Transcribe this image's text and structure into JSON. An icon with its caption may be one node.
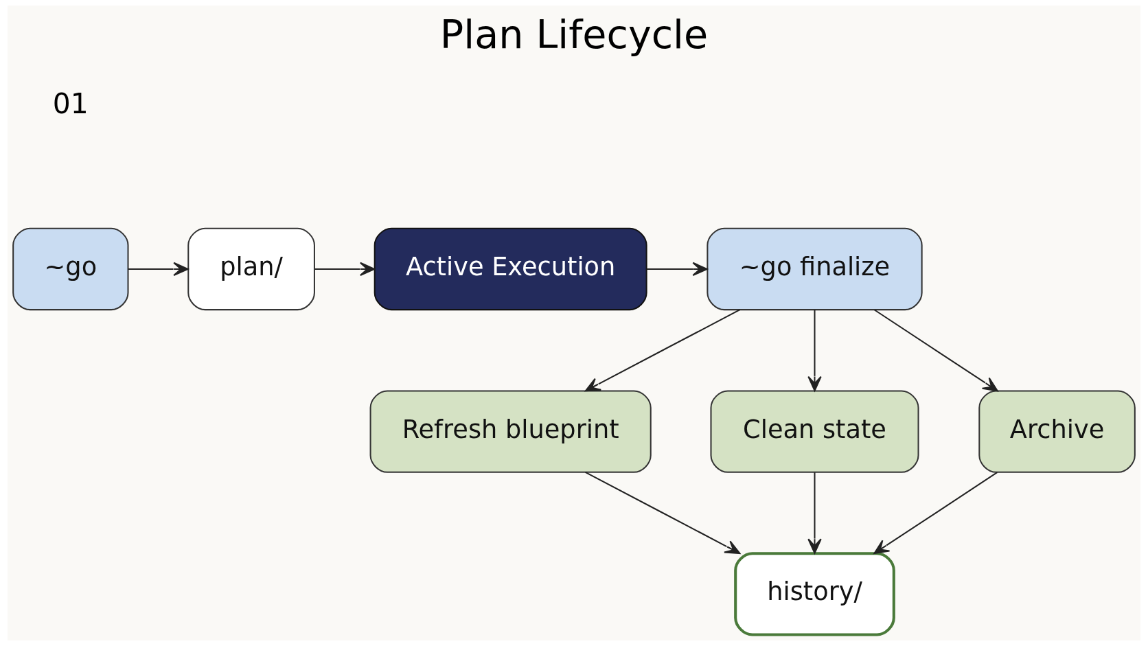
{
  "diagram": {
    "title": "Plan Lifecycle",
    "nodes": [
      {
        "text": [
          "~go"
        ]
      },
      {
        "text": [
          "plan/"
        ]
      },
      {
        "text": [
          "Active Execution"
        ]
      },
      {
        "text": [
          "~go finalize"
        ]
      },
      {
        "text": [
          "Refresh blueprint"
        ]
      },
      {
        "text": [
          "Clean state"
        ]
      },
      {
        "text": [
          "Archive"
        ]
      },
      {
        "text": [
          "history/"
        ]
      }
    ],
    "edges": [
      {
        "from": 0,
        "to": 1,
        "arrow": "to"
      },
      {
        "from": 1,
        "to": 2,
        "arrow": "to"
      },
      {
        "from": 2,
        "to": 3,
        "arrow": "to"
      },
      {
        "from": 3,
        "to": 4,
        "arrow": "to"
      },
      {
        "from": 3,
        "to": 5,
        "arrow": "to"
      },
      {
        "from": 3,
        "to": 6,
        "arrow": "to"
      },
      {
        "from": 4,
        "to": 7,
        "arrow": "to"
      },
      {
        "from": 5,
        "to": 7,
        "arrow": "to"
      },
      {
        "from": 6,
        "to": 7,
        "arrow": "to"
      }
    ],
    "labels": [
      "01"
    ]
  }
}
